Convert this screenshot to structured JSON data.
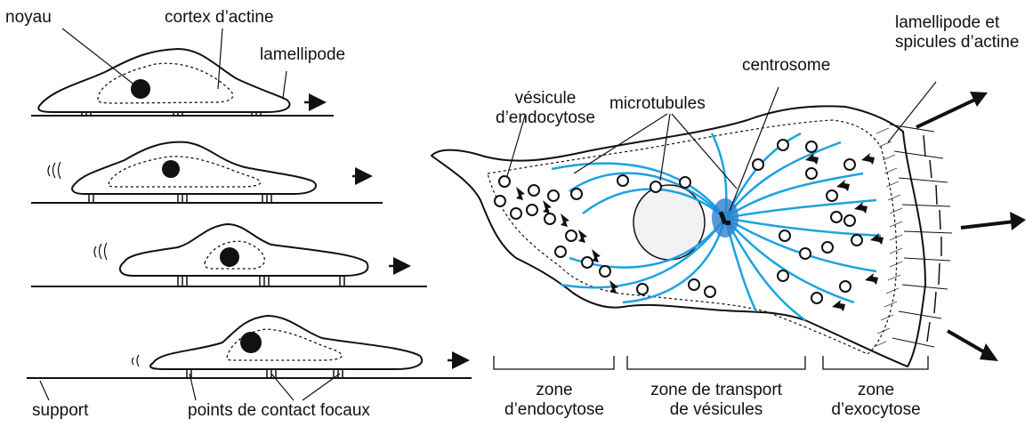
{
  "labels": {
    "noyau": "noyau",
    "cortex": "cortex d’actine",
    "lamellipode": "lamellipode",
    "support": "support",
    "points_contact": "points de contact focaux",
    "vesicule_line1": "vésicule",
    "vesicule_line2": "d’endocytose",
    "microtubules": "microtubules",
    "centrosome": "centrosome",
    "lamellipode_spicules_line1": "lamellipode et",
    "lamellipode_spicules_line2": "spicules d’actine",
    "zone_endo_line1": "zone",
    "zone_endo_line2": "d’endocytose",
    "zone_transport_line1": "zone de transport",
    "zone_transport_line2": "de vésicules",
    "zone_exo_line1": "zone",
    "zone_exo_line2": "d’exocytose"
  },
  "colors": {
    "microtubule": "#1aa3e0",
    "outline": "#111111",
    "centrosome": "#2b7fd0"
  }
}
